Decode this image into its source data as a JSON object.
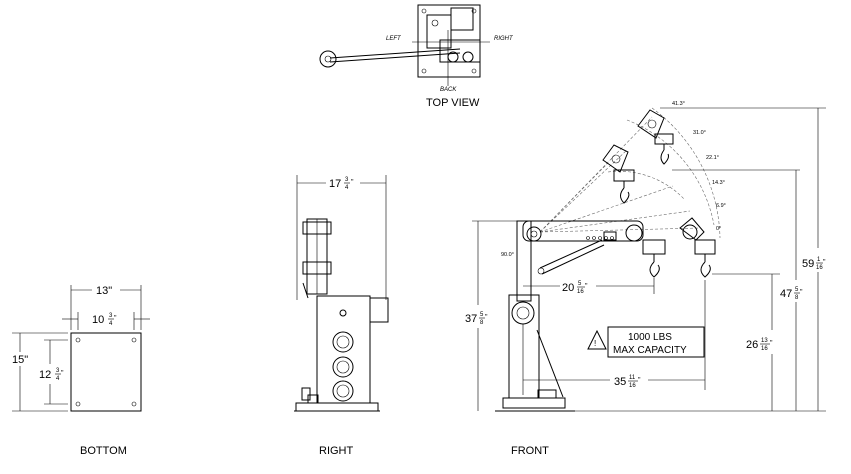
{
  "views": {
    "top": {
      "title": "TOP VIEW",
      "left": "LEFT",
      "right": "RIGHT",
      "back": "BACK"
    },
    "bottom": {
      "title": "BOTTOM",
      "width": {
        "whole": "13",
        "inch": "\""
      },
      "inner_width": {
        "whole": "10",
        "num": "3",
        "den": "4",
        "inch": "\""
      },
      "height": {
        "whole": "15",
        "inch": "\""
      },
      "inner_height": {
        "whole": "12",
        "num": "3",
        "den": "4",
        "inch": "\""
      }
    },
    "right": {
      "title": "RIGHT",
      "width": {
        "whole": "17",
        "num": "3",
        "den": "4",
        "inch": "\""
      }
    },
    "front": {
      "title": "FRONT",
      "angles": [
        "41.3°",
        "31.0°",
        "22.1°",
        "14.3°",
        "6.9°",
        "0°",
        "90.0°"
      ],
      "overall_height": {
        "whole": "59",
        "num": "1",
        "den": "16",
        "inch": "\""
      },
      "hook_height_max": {
        "whole": "47",
        "num": "5",
        "den": "8",
        "inch": "\""
      },
      "mast_height": {
        "whole": "37",
        "num": "5",
        "den": "8",
        "inch": "\""
      },
      "hook_height_min": {
        "whole": "26",
        "num": "13",
        "den": "16",
        "inch": "\""
      },
      "reach_min": {
        "whole": "20",
        "num": "5",
        "den": "16",
        "inch": "\""
      },
      "reach_max": {
        "whole": "35",
        "num": "11",
        "den": "16",
        "inch": "\""
      },
      "capacity_line1": "1000 LBS",
      "capacity_line2": "MAX CAPACITY",
      "warning_mark": "!"
    }
  }
}
